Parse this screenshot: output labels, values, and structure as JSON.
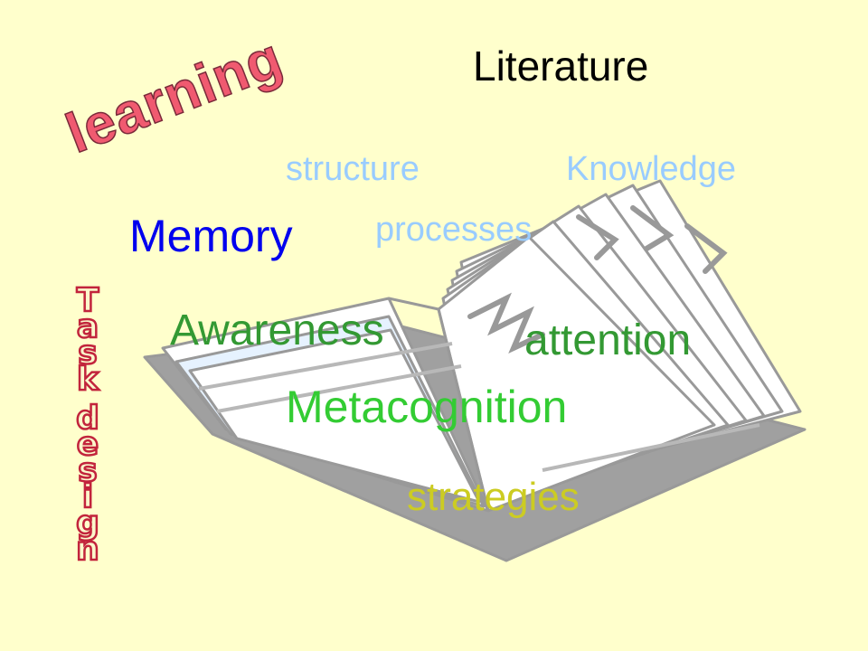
{
  "slide": {
    "background": "#ffffcc",
    "words": {
      "literature": {
        "text": "Literature",
        "color": "#000000"
      },
      "learning": {
        "text": "learning",
        "color": "#f05a70"
      },
      "structure": {
        "text": "structure",
        "color": "#99ccff"
      },
      "knowledge": {
        "text": "Knowledge",
        "color": "#99ccff"
      },
      "memory": {
        "text": "Memory",
        "color": "#0000ee"
      },
      "processes": {
        "text": "processes",
        "color": "#99ccff"
      },
      "awareness": {
        "text": "Awareness",
        "color": "#339933"
      },
      "attention": {
        "text": "attention",
        "color": "#339933"
      },
      "metacognition": {
        "text": "Metacognition",
        "color": "#33cc33"
      },
      "strategies": {
        "text": "strategies",
        "color": "#cccc22"
      }
    },
    "task_design": {
      "text": "Task design",
      "stroke_color": "#c2243c"
    },
    "illustration": {
      "icon": "open-book-icon",
      "outline": "#999999",
      "page_fill": "#ffffff",
      "accent": "#e6f2ff"
    }
  }
}
